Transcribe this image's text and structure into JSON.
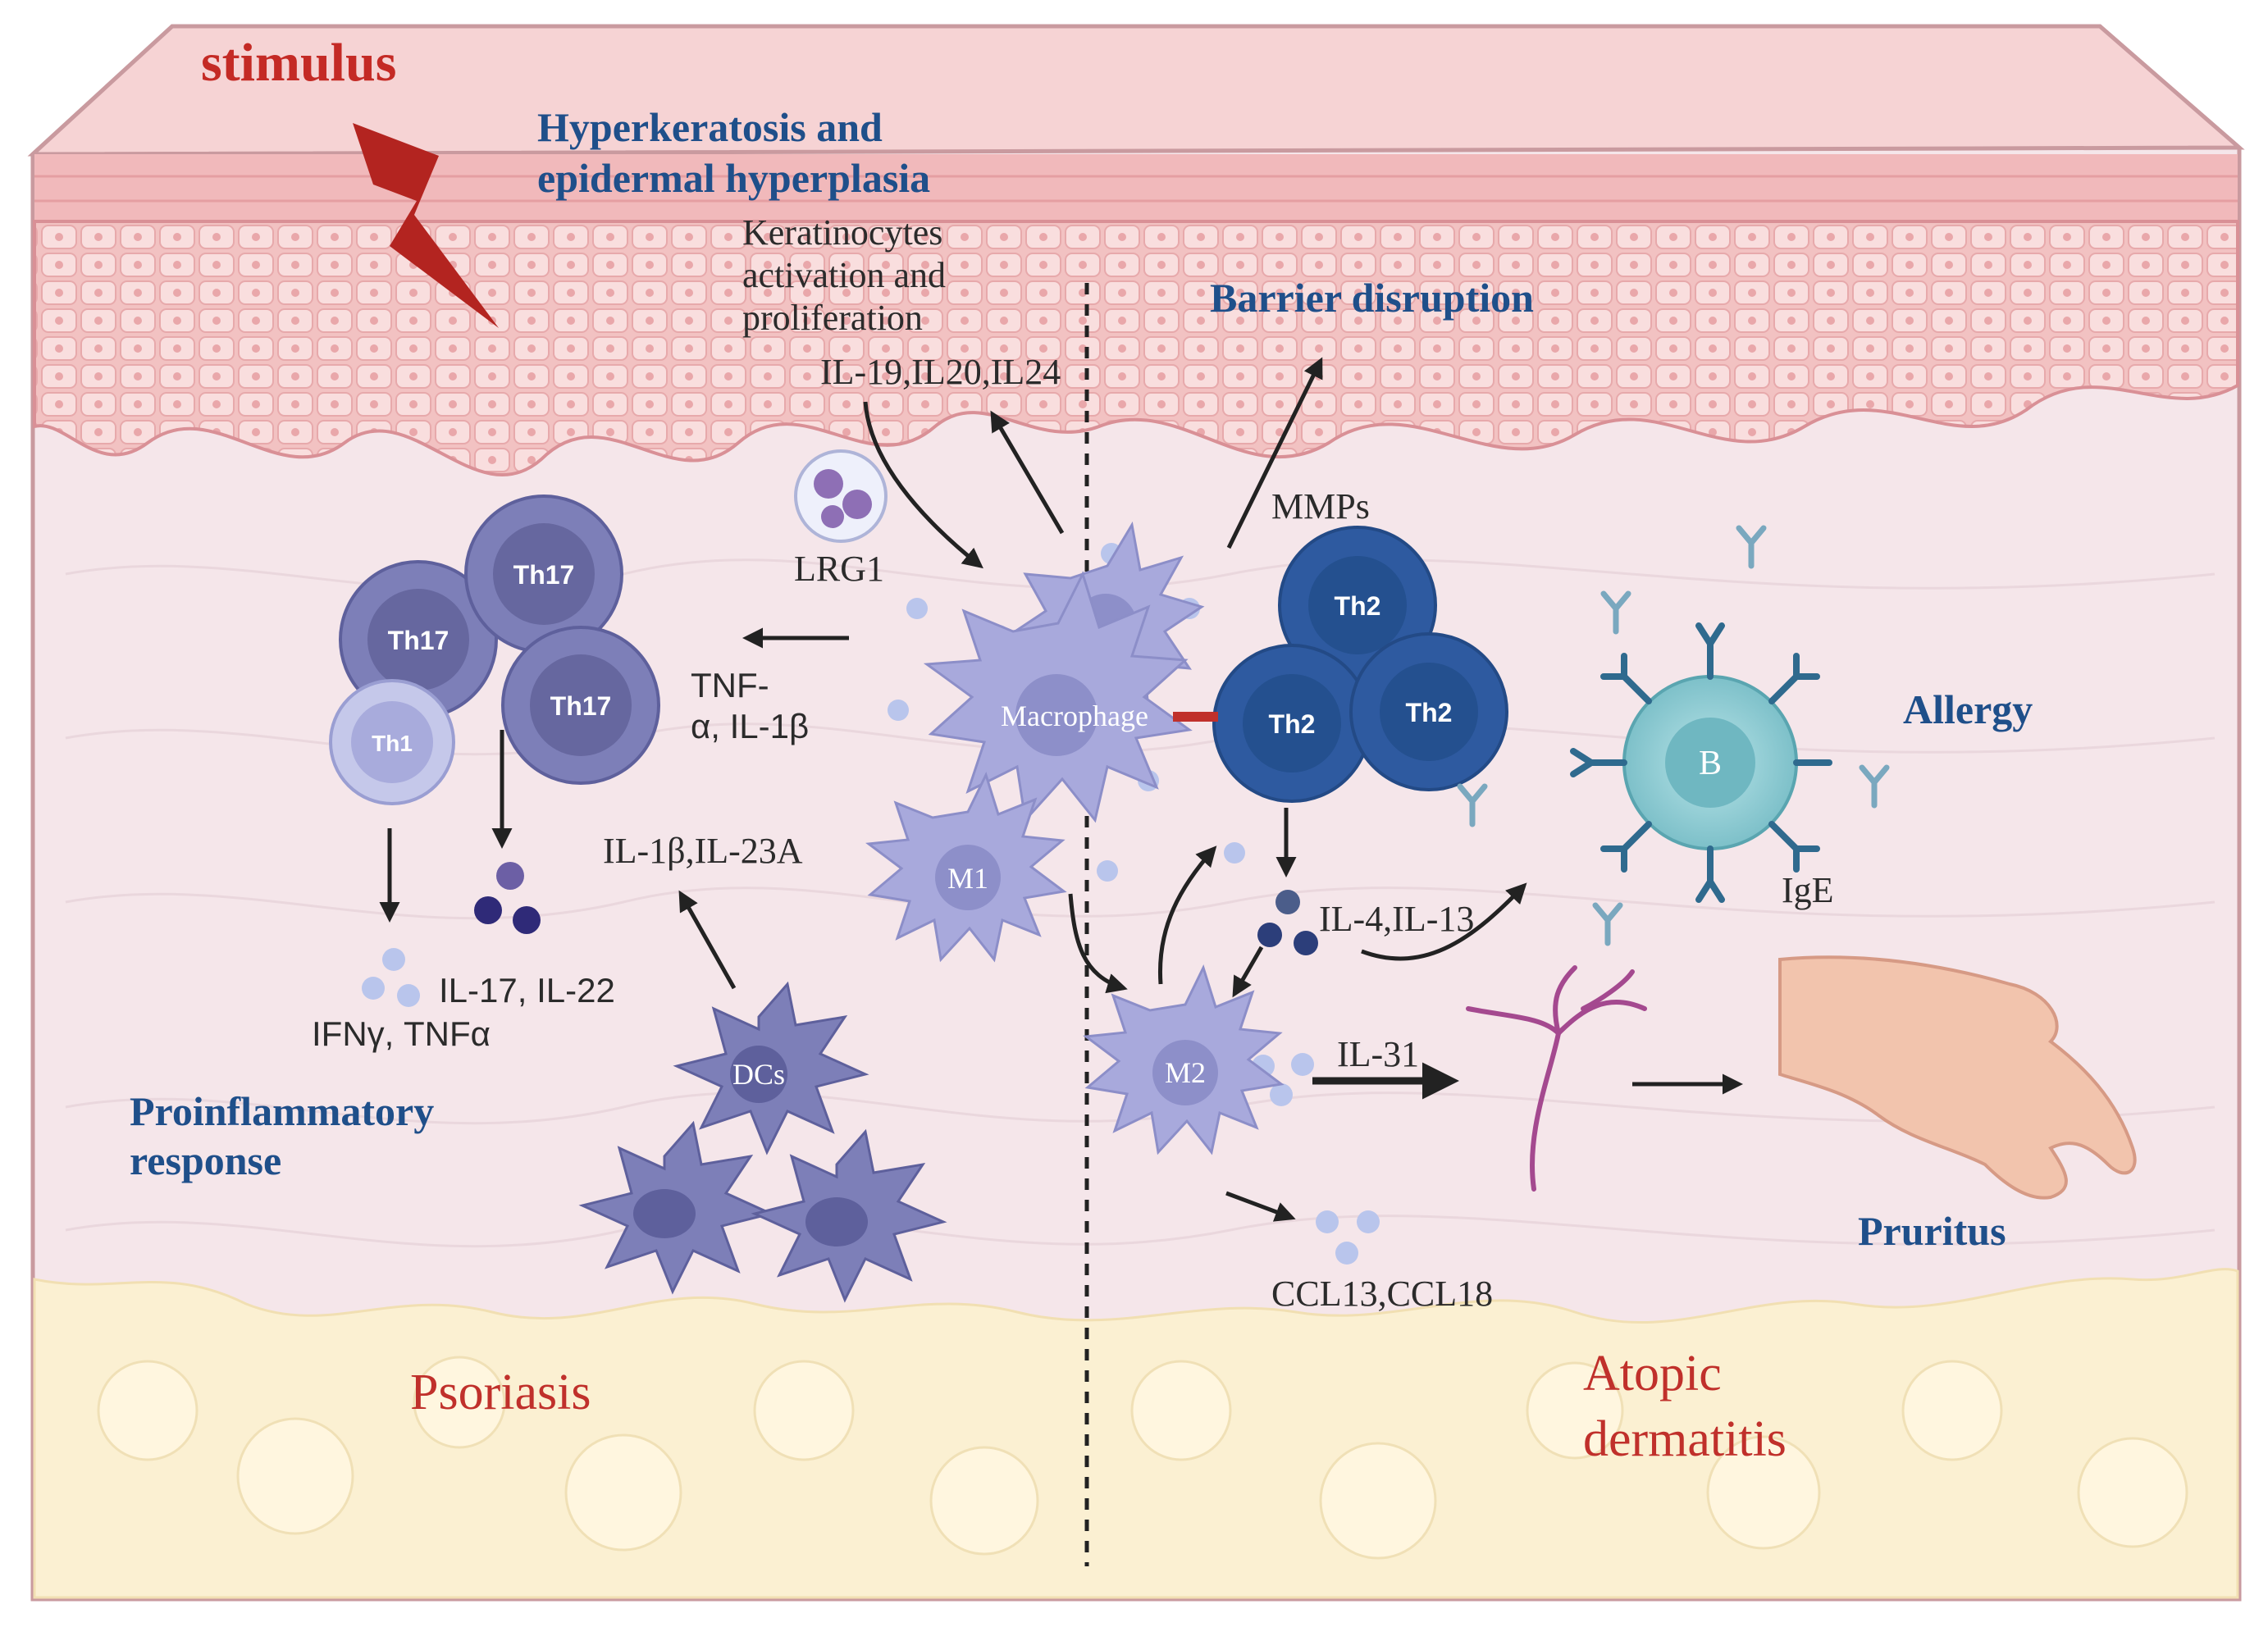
{
  "labels": {
    "stimulus": "stimulus",
    "hyperkeratosis_line1": "Hyperkeratosis and",
    "hyperkeratosis_line2": "epidermal hyperplasia",
    "keratinocytes_line1": "Keratinocytes",
    "keratinocytes_line2": "activation and",
    "keratinocytes_line3": "proliferation",
    "il19_group": "IL-19,IL20,IL24",
    "barrier_disruption": "Barrier disruption",
    "mmps": "MMPs",
    "lrg1": "LRG1",
    "tnf_line1": "TNF-",
    "tnf_line2": "α, IL-1β",
    "il1b_il23a": "IL-1β,IL-23A",
    "il17_il22": "IL-17, IL-22",
    "ifng_tnfa": "IFNγ, TNFα",
    "proinflammatory_line1": "Proinflammatory",
    "proinflammatory_line2": "response",
    "il4_il13": "IL-4,IL-13",
    "il31": "IL-31",
    "ccl": "CCL13,CCL18",
    "allergy": "Allergy",
    "ige": "IgE",
    "pruritus": "Pruritus",
    "psoriasis": "Psoriasis",
    "atopic_line1": "Atopic",
    "atopic_line2": "dermatitis"
  },
  "cells": {
    "th17": "Th17",
    "th1": "Th1",
    "th2": "Th2",
    "macrophage": "Macrophage",
    "m1": "M1",
    "m2": "M2",
    "dcs": "DCs",
    "b": "B"
  },
  "colors": {
    "skin_top": "#f4c9c9",
    "dermis": "#f5e6ea",
    "fat": "#fbf0d2",
    "th17": "#7d7fb8",
    "th2": "#2e5aa0",
    "b_cell": "#8fcfd6",
    "macrophage": "#a8a9dc",
    "title_blue": "#1f4f8a",
    "disease_red": "#c0302b"
  }
}
